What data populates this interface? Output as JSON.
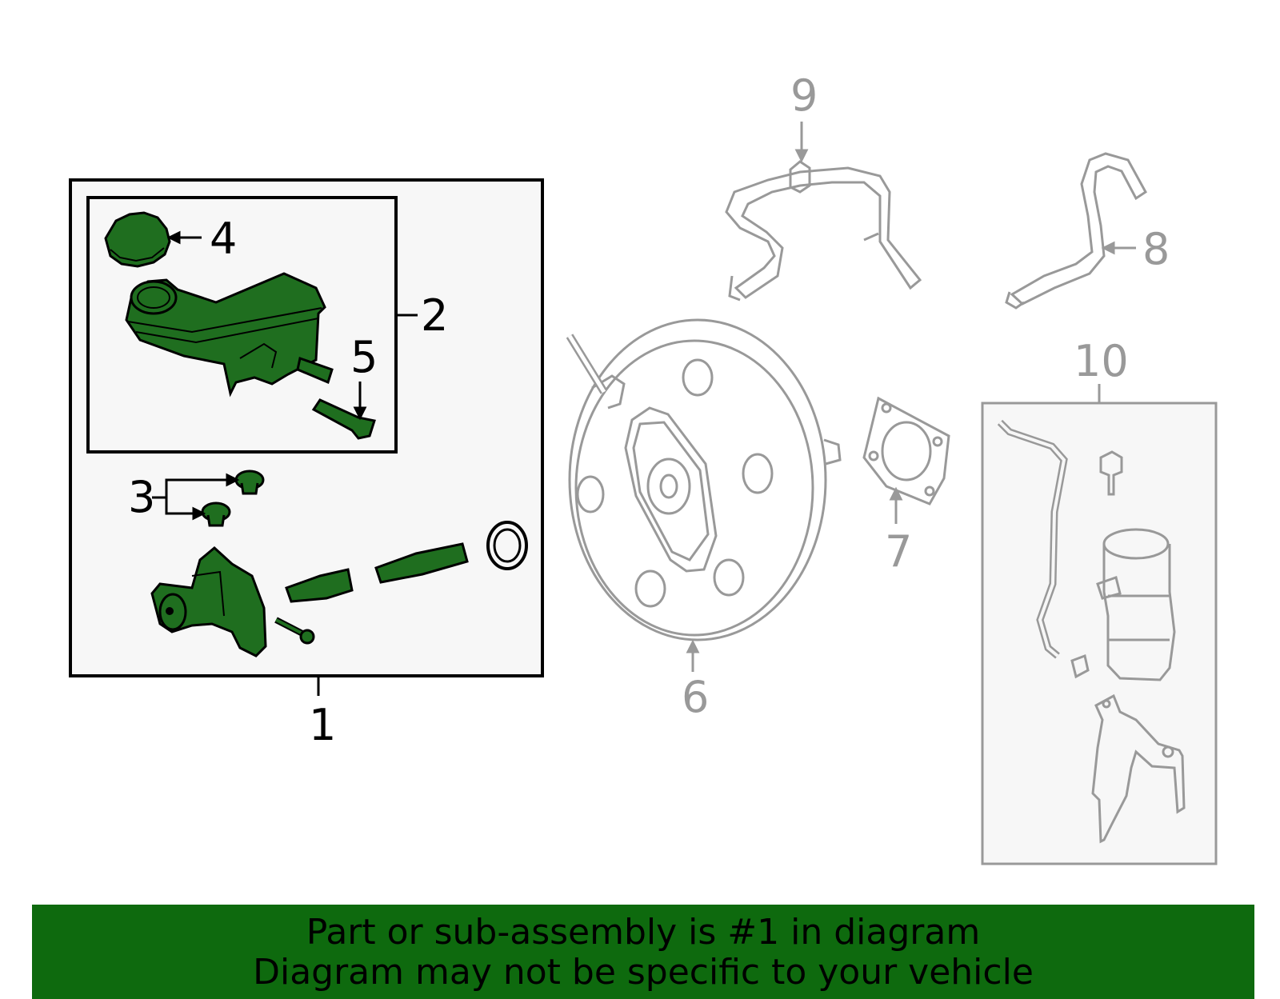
{
  "colors": {
    "highlight_part": "#1f6e1f",
    "highlight_outline": "#000000",
    "other_part": "#9a9a9a",
    "box_fill": "#f7f7f7",
    "banner_bg": "#0e6a0e"
  },
  "callouts": {
    "c1": "1",
    "c2": "2",
    "c3": "3",
    "c4": "4",
    "c5": "5",
    "c6": "6",
    "c7": "7",
    "c8": "8",
    "c9": "9",
    "c10": "10"
  },
  "banner": {
    "line1": "Part or sub-assembly is #1 in diagram",
    "line2": "Diagram may not be specific to your vehicle"
  }
}
